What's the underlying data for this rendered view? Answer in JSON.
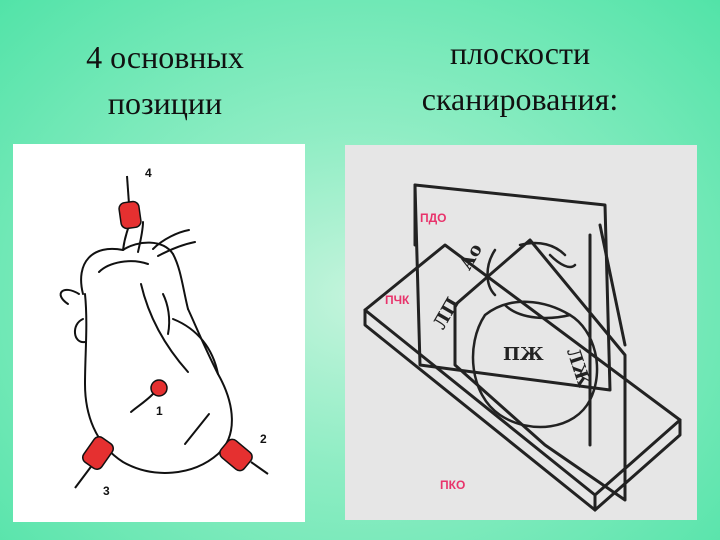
{
  "titles": {
    "left": "4 основных\nпозиции",
    "right": "плоскости\nсканирования:"
  },
  "positions": {
    "p1": "1",
    "p2": "2",
    "p3": "3",
    "p4": "4"
  },
  "planes": {
    "pdo": "ПДО",
    "pchk": "ПЧК",
    "pko": "ПКО"
  },
  "heart_labels": {
    "ao": "Ао",
    "la": "ЛП",
    "lp": "ЛП",
    "pzh": "ПЖ",
    "lzh": "ЛЖ"
  },
  "colors": {
    "probe": "#e53030",
    "plane_label": "#e8336b",
    "background": "#62e5b0"
  }
}
